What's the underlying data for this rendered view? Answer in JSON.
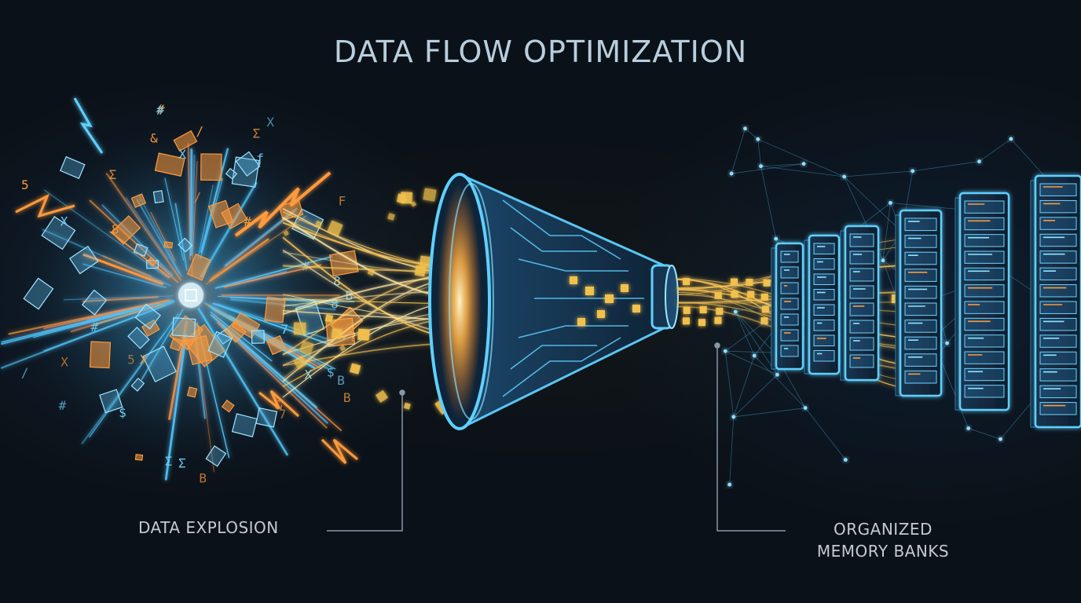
{
  "title": "DATA FLOW OPTIMIZATION",
  "labels": {
    "data_explosion": "DATA EXPLOSION",
    "memory_banks_line1": "ORGANIZED",
    "memory_banks_line2": "MEMORY BANKS"
  },
  "colors": {
    "background": "#0b1118",
    "cyan_glow": "#4fc3f7",
    "orange_glow": "#ff9a3c",
    "gold_packet": "#f2c14e",
    "text": "#c2cbd3"
  },
  "icons": {
    "explosion": "data-explosion-burst",
    "funnel": "optimization-funnel-icon",
    "servers": "memory-bank-server-icon",
    "packets": "data-packet-cube-icon"
  }
}
